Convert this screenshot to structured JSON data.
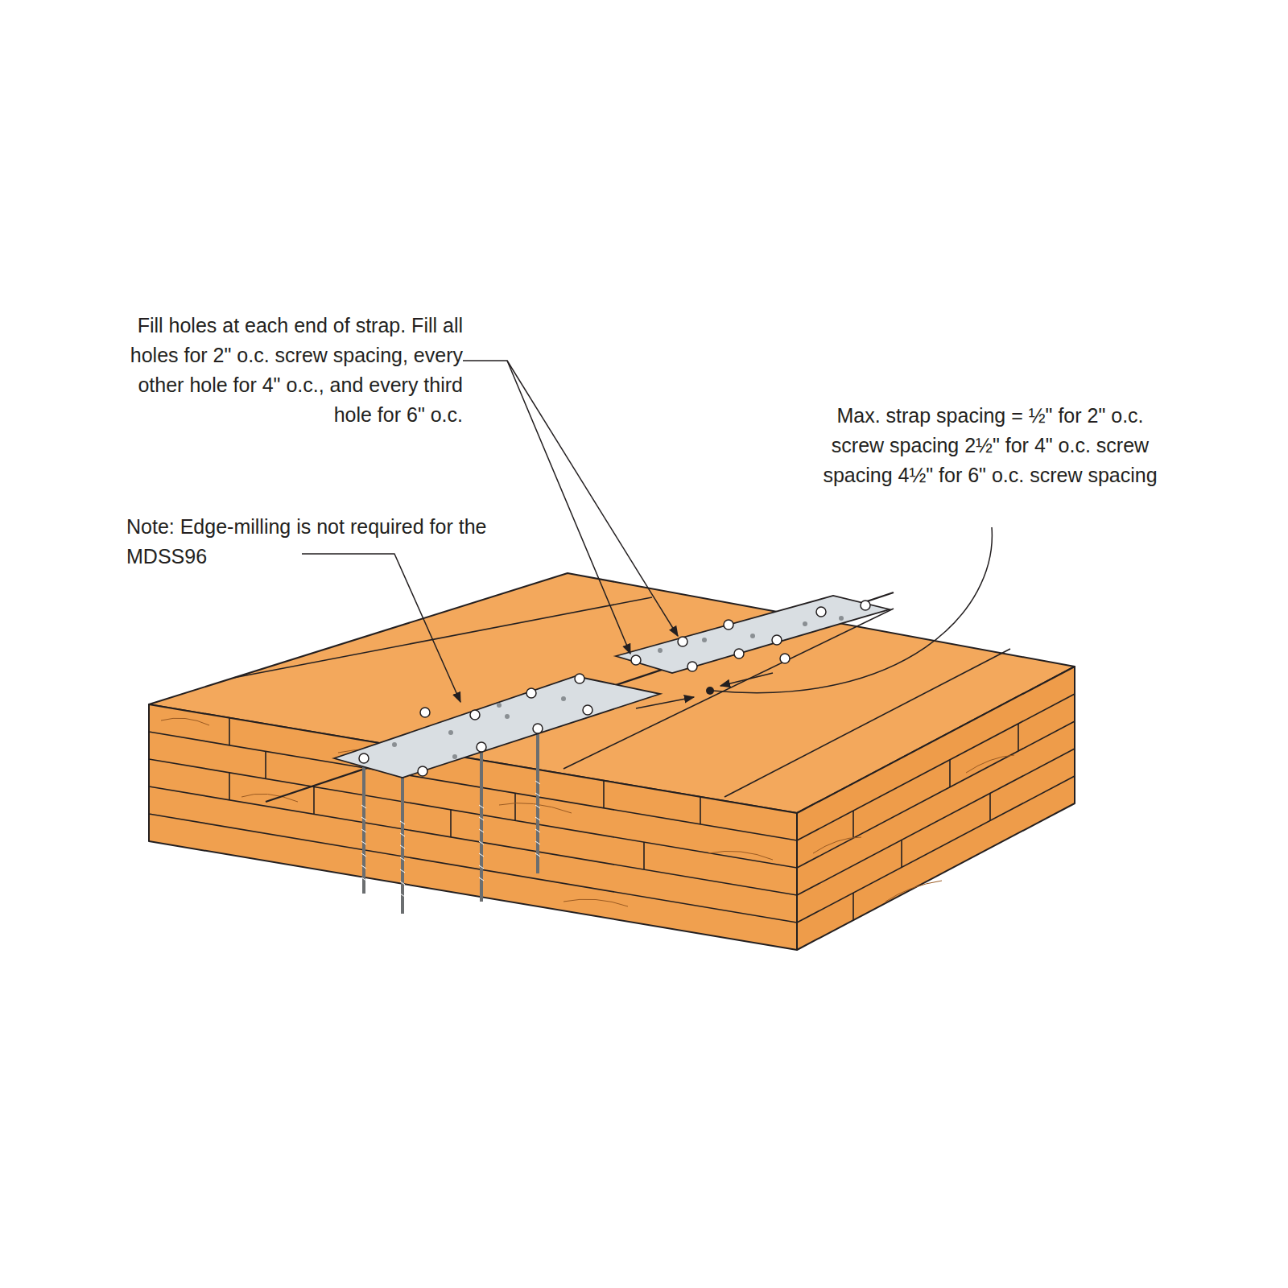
{
  "diagram": {
    "labels": [
      "Fill holes at each end of strap. Fill all holes for 2\" o.c. screw spacing, every other hole for 4\" o.c., and every third hole for 6\" o.c.",
      "Note: Edge-milling is not required for the MDSS96",
      "Max. strap spacing = ½\" for 2\" o.c. screw spacing 2½\" for 4\" o.c. screw spacing 4½\" for 6\" o.c. screw spacing"
    ]
  }
}
